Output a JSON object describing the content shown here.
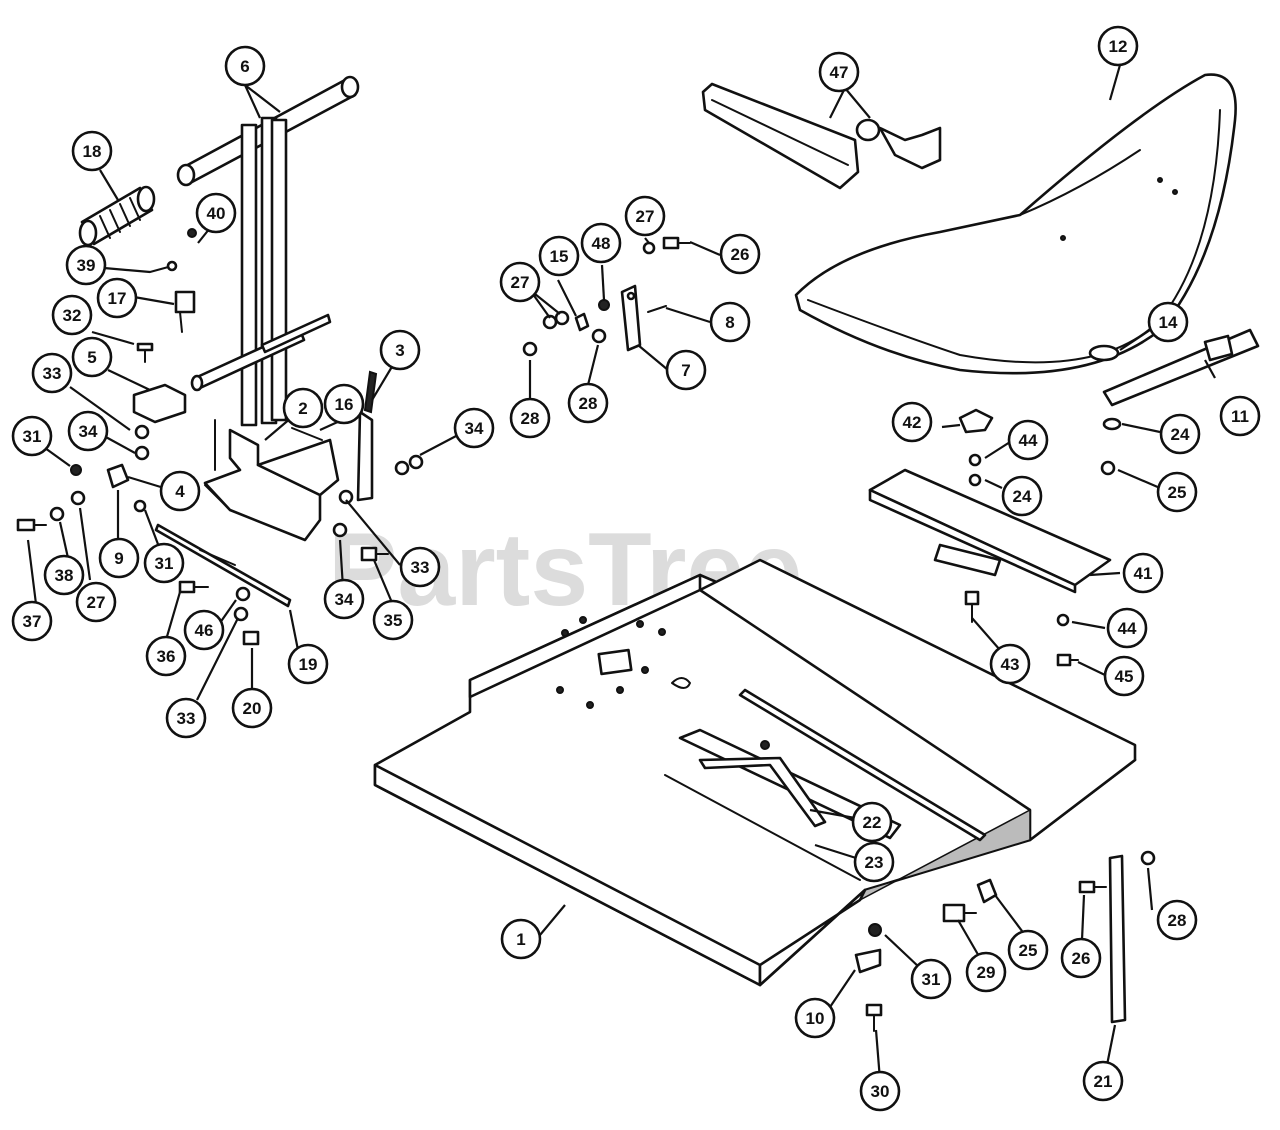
{
  "watermark": "PartsTree",
  "callouts": {
    "c1": "1",
    "c2": "2",
    "c3": "3",
    "c4": "4",
    "c5": "5",
    "c6": "6",
    "c7": "7",
    "c8": "8",
    "c9": "9",
    "c10": "10",
    "c11": "11",
    "c12": "12",
    "c14": "14",
    "c15": "15",
    "c16": "16",
    "c17": "17",
    "c18": "18",
    "c19": "19",
    "c20": "20",
    "c21": "21",
    "c22": "22",
    "c23": "23",
    "c24a": "24",
    "c24b": "24",
    "c25a": "25",
    "c25b": "25",
    "c26a": "26",
    "c26b": "26",
    "c27a": "27",
    "c27b": "27",
    "c27c": "27",
    "c28a": "28",
    "c28b": "28",
    "c28c": "28",
    "c29": "29",
    "c30": "30",
    "c31a": "31",
    "c31b": "31",
    "c31c": "31",
    "c32": "32",
    "c33a": "33",
    "c33b": "33",
    "c33c": "33",
    "c34a": "34",
    "c34b": "34",
    "c34c": "34",
    "c35": "35",
    "c36": "36",
    "c37": "37",
    "c38": "38",
    "c39": "39",
    "c40": "40",
    "c41": "41",
    "c42": "42",
    "c43": "43",
    "c44a": "44",
    "c44b": "44",
    "c45": "45",
    "c46": "46",
    "c47": "47",
    "c48": "48"
  }
}
